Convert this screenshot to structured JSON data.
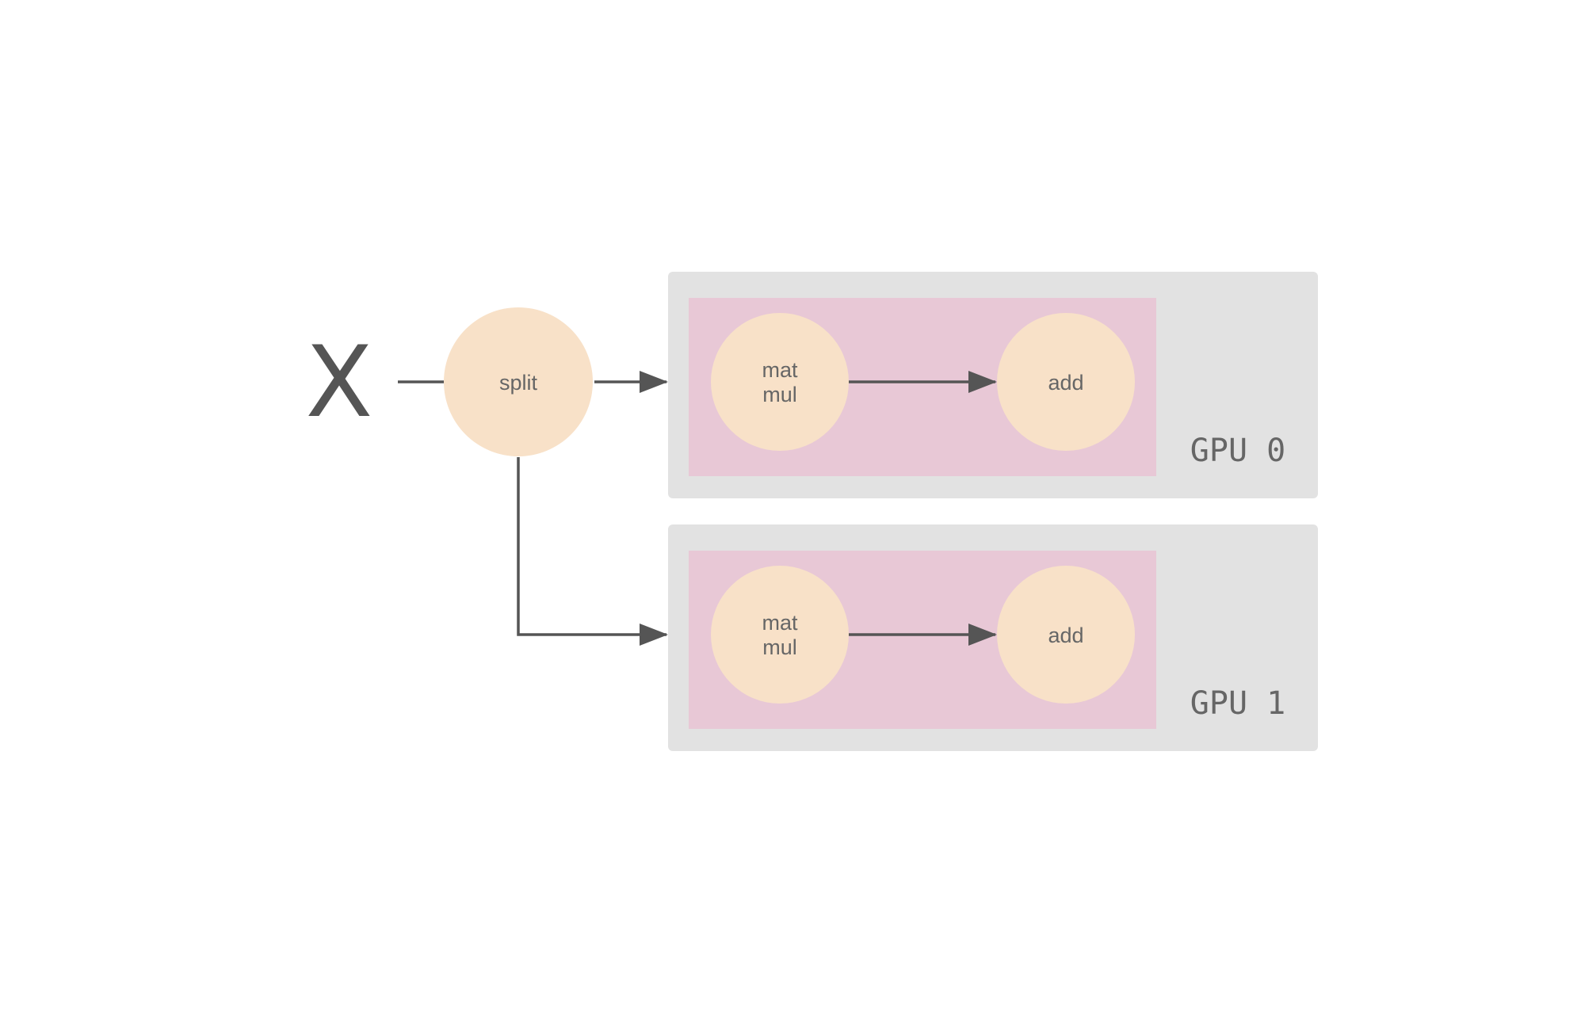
{
  "input": {
    "label": "X"
  },
  "split": {
    "label": "split"
  },
  "devices": [
    {
      "label": "GPU 0",
      "matmul_line1": "mat",
      "matmul_line2": "mul",
      "add_label": "add"
    },
    {
      "label": "GPU 1",
      "matmul_line1": "mat",
      "matmul_line2": "mul",
      "add_label": "add"
    }
  ],
  "colors": {
    "node_fill": "#f8e1c8",
    "device_fill": "#e2e2e2",
    "graph_fill": "#e8c8d6",
    "edge": "#555555",
    "text": "#666666"
  }
}
